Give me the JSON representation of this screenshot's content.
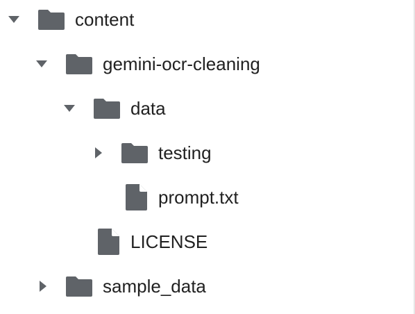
{
  "tree": {
    "items": [
      {
        "label": "content",
        "type": "folder",
        "expanded": true,
        "icon": "folder-icon",
        "toggle_icon": "caret-down-icon"
      },
      {
        "label": "gemini-ocr-cleaning",
        "type": "folder",
        "expanded": true,
        "icon": "folder-icon",
        "toggle_icon": "caret-down-icon"
      },
      {
        "label": "data",
        "type": "folder",
        "expanded": true,
        "icon": "folder-icon",
        "toggle_icon": "caret-down-icon"
      },
      {
        "label": "testing",
        "type": "folder",
        "expanded": false,
        "icon": "folder-icon",
        "toggle_icon": "caret-right-icon"
      },
      {
        "label": "prompt.txt",
        "type": "file",
        "icon": "file-icon"
      },
      {
        "label": "LICENSE",
        "type": "file",
        "icon": "file-icon"
      },
      {
        "label": "sample_data",
        "type": "folder",
        "expanded": false,
        "icon": "folder-icon",
        "toggle_icon": "caret-right-icon"
      }
    ]
  },
  "colors": {
    "icon": "#5f6368",
    "text": "#212121",
    "divider": "#e6e6e6"
  }
}
